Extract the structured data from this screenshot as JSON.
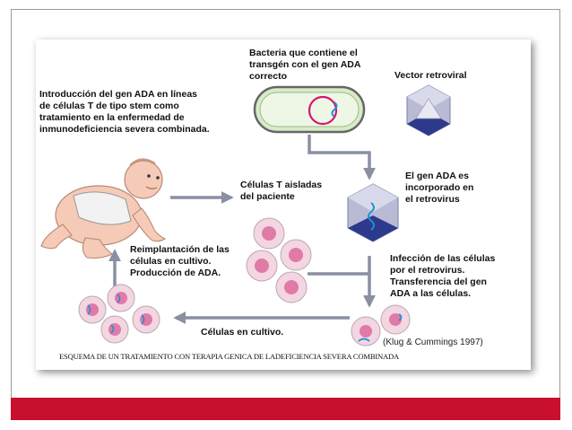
{
  "colors": {
    "accent_bar": "#c8102e",
    "arrow": "#8a8fa3",
    "cell_fill": "#f3d6e2",
    "nucleus": "#e07aa6",
    "dna": "#1e90d6",
    "bacteria_fill": "#d7ecc6",
    "virus_dark": "#2d3a8c"
  },
  "labels": {
    "intro": "Introducción del gen ADA en líneas\nde células T de tipo stem como\ntratamiento en la enfermedad de\ninmunodeficiencia severa combinada.",
    "bacteria": "Bacteria que contiene el\ntransgén con el gen ADA\ncorrecto",
    "vector": "Vector retroviral",
    "t_cells": "Células T aisladas\ndel paciente",
    "incorporated": "El gen ADA es\nincorporado en\nel retrovirus",
    "reimplant": "Reimplantación de las\ncélulas en cultivo.\nProducción de ADA.",
    "infection": "Infección de las células\npor el retrovirus.\nTransferencia del gen\nADA a las células.",
    "culture": "Células en cultivo.",
    "citation": "(Klug & Cummings 1997)",
    "caption": "ESQUEMA DE UN TRATAMIENTO CON TERAPIA GENICA DE LADEFICIENCIA SEVERA COMBINADA"
  },
  "icons": {
    "baby": "baby-icon",
    "bacteria": "bacteria-icon",
    "virus": "retrovirus-icon",
    "cell": "cell-icon"
  }
}
